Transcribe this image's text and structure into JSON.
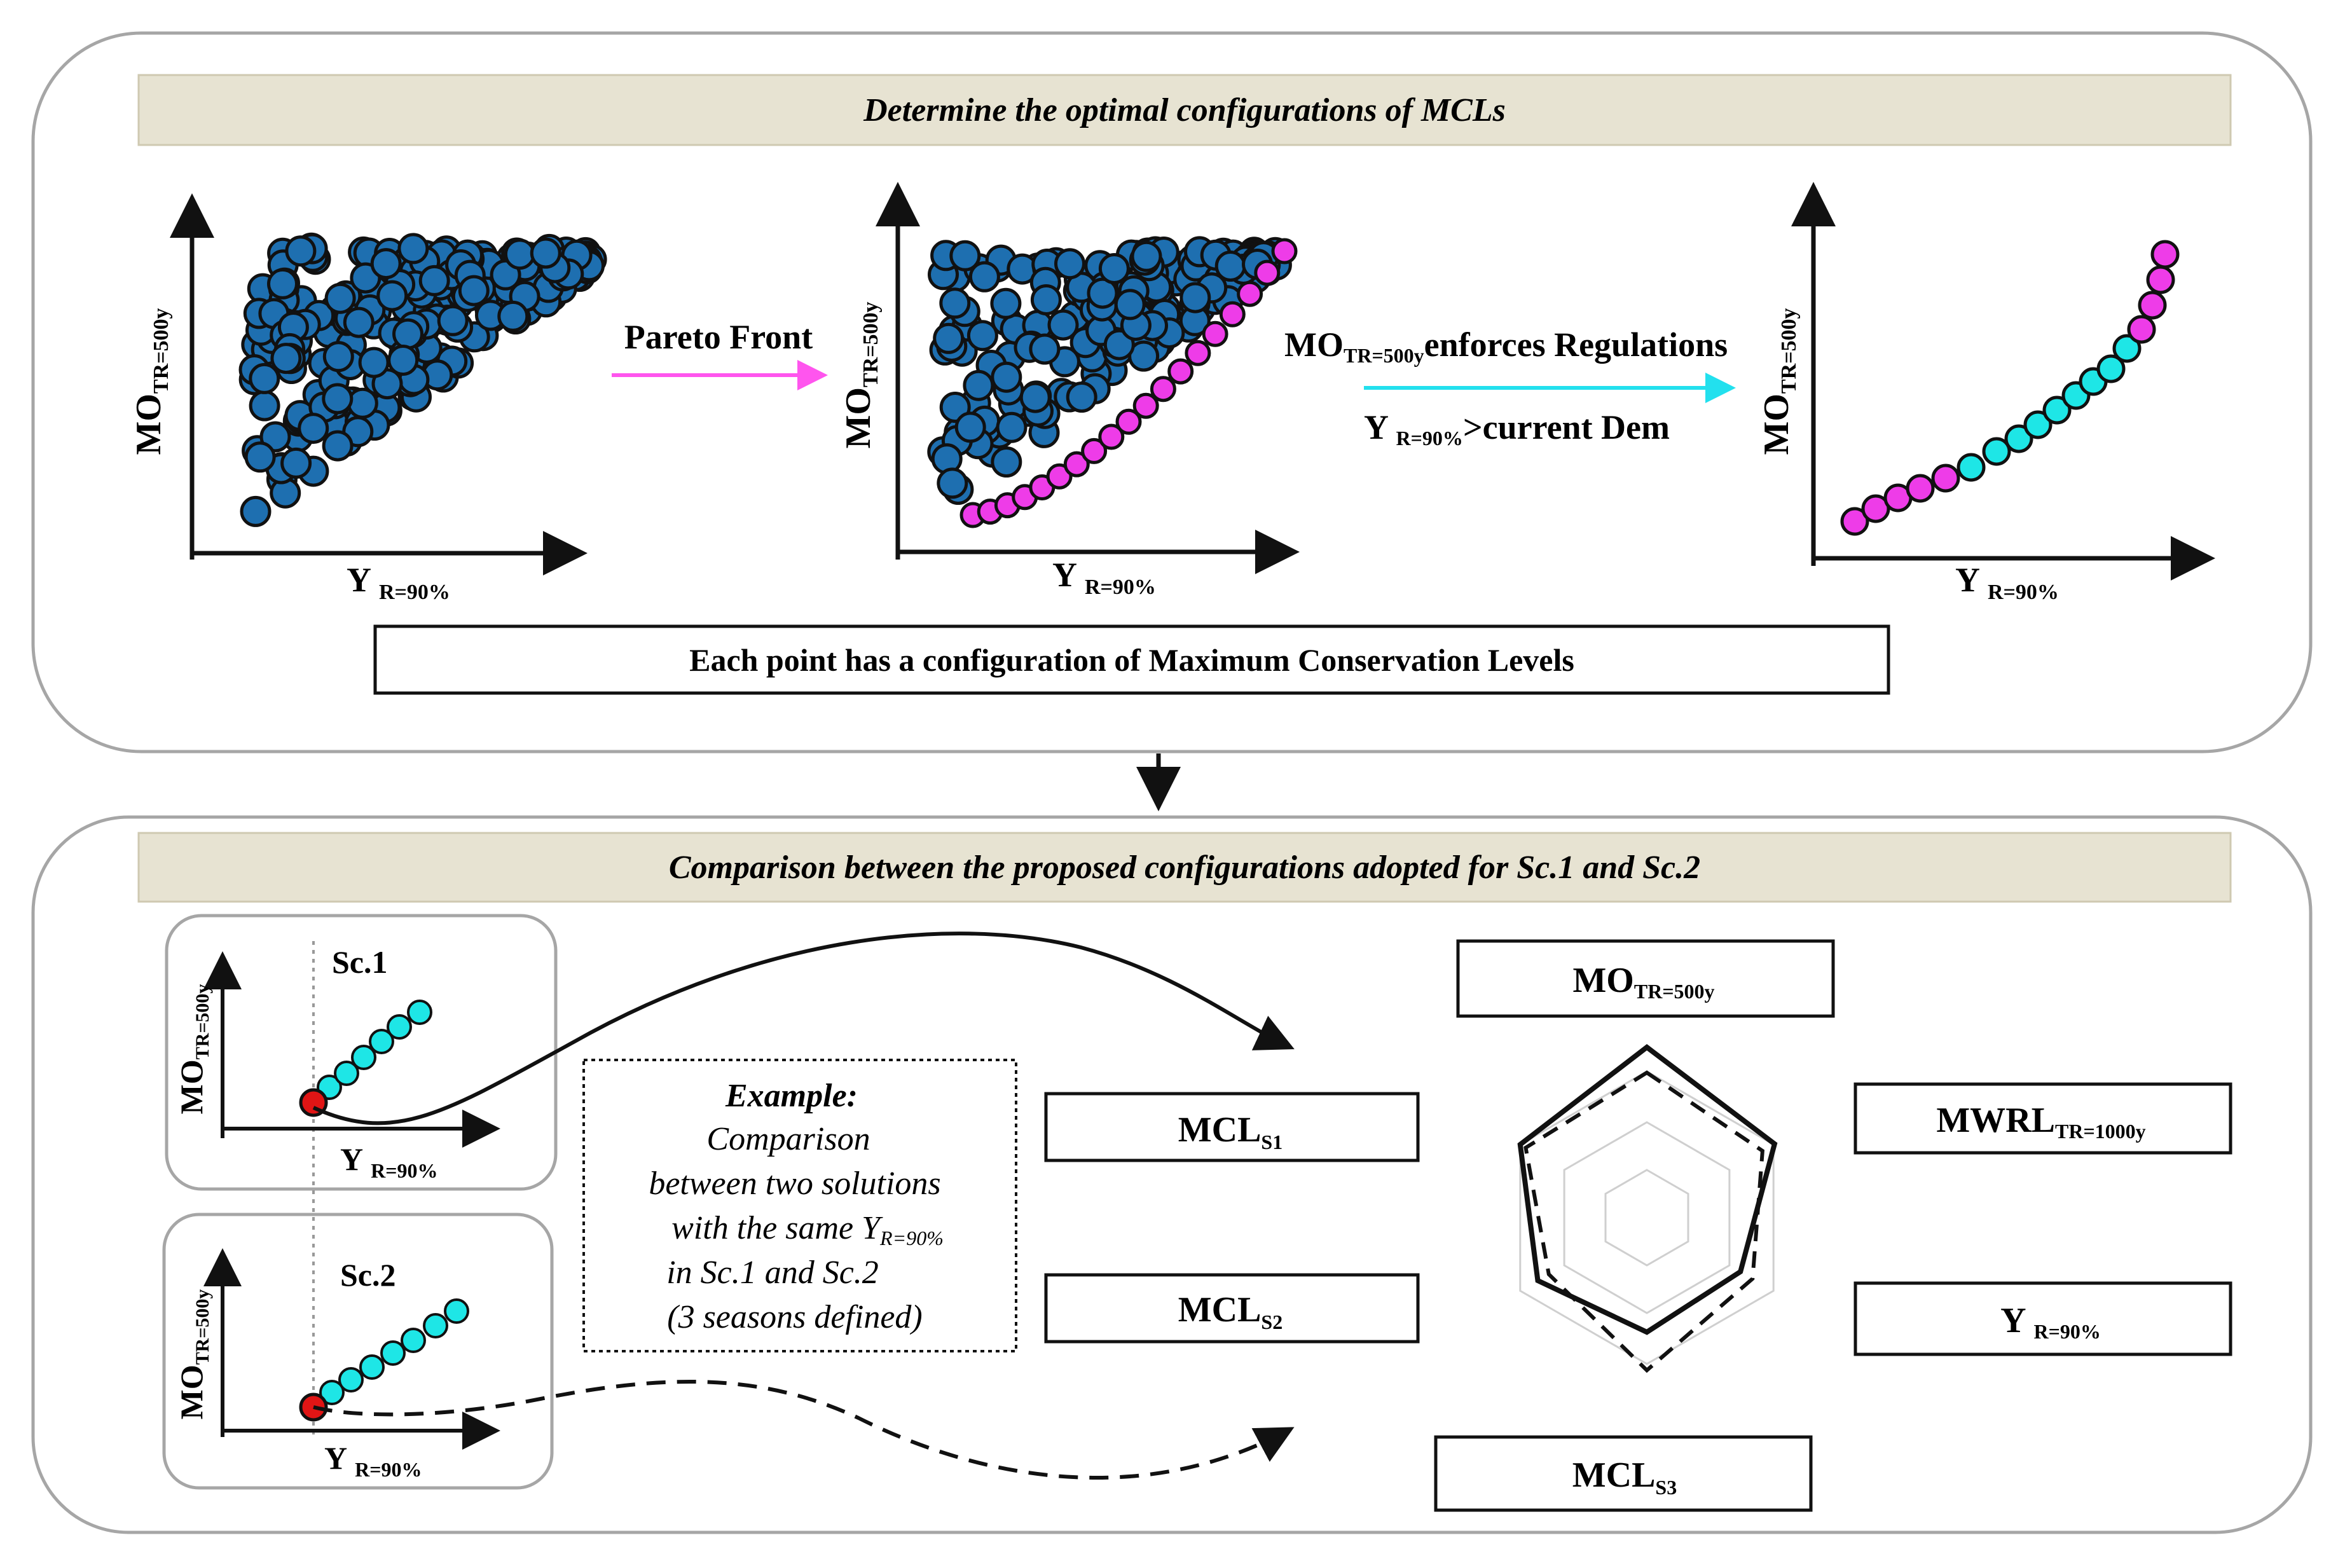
{
  "panels": {
    "top": {
      "banner": "Determine the optimal configurations  of MCLs",
      "note": "Each point  has a configuration of Maximum Conservation Levels",
      "arrow1_label": "Pareto Front",
      "arrow2_label_main": "MO",
      "arrow2_label_sub": "TR=500y",
      "arrow2_label_rest": "enforces Regulations",
      "arrow2_label2_main": "Y ",
      "arrow2_label2_sub": "R=90%",
      "arrow2_label2_rest": ">current Dem"
    },
    "bottom": {
      "banner": "Comparison  between the proposed configurations adopted for Sc.1 and Sc.2",
      "scenario1": "Sc.1",
      "scenario2": "Sc.2",
      "example_title": "Example:",
      "example_line1": "Comparison",
      "example_line2": "between  two solutions",
      "example_line3_pre": "with the same Y",
      "example_line3_sub": "R=90%",
      "example_line4": "in Sc.1 and Sc.2",
      "example_line5": "(3 seasons defined)"
    }
  },
  "axis_labels": {
    "y_main": "MO",
    "y_sub": "TR=500y",
    "x_main": "Y",
    "x_sub": "R=90%"
  },
  "boxes": {
    "mcl1": {
      "main": "MCL",
      "sub": "S1"
    },
    "mcl2": {
      "main": "MCL",
      "sub": "S2"
    },
    "radar_top": {
      "main": "MO",
      "sub": "TR=500y"
    },
    "radar_right1": {
      "main": "MWRL",
      "sub": "TR=1000y"
    },
    "radar_right2": {
      "main": "Y ",
      "sub": "R=90%"
    },
    "radar_bottom": {
      "main": "MCL",
      "sub": "S3"
    }
  },
  "colors": {
    "blue": "#1e6fb0",
    "magenta": "#ee3ce8",
    "cyan": "#1ee6e6",
    "banner_fill": "#e7e3d2",
    "red": "#e01515",
    "arrow_magenta": "#ff55ee",
    "arrow_cyan": "#22e0ee"
  }
}
